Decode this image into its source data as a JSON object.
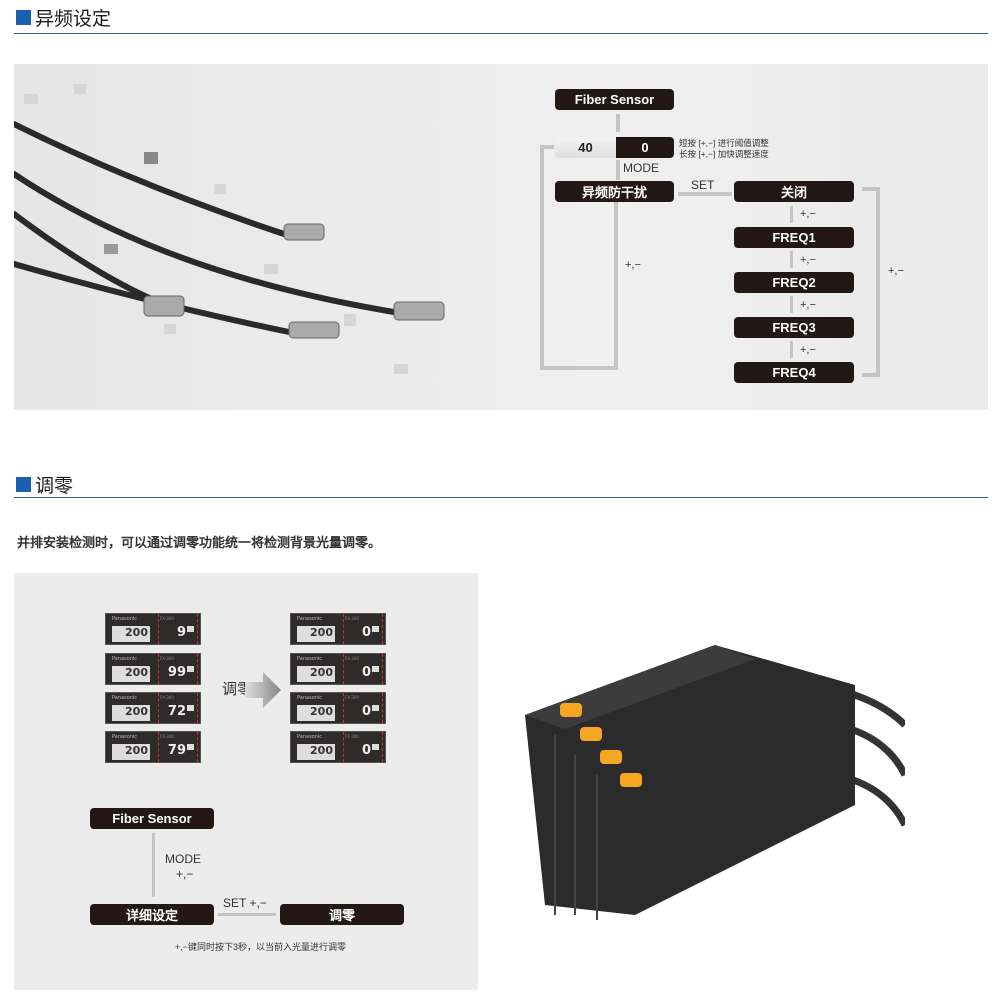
{
  "section1": {
    "title": "异频设定",
    "diagram": {
      "fiber_sensor": "Fiber Sensor",
      "threshold": "40",
      "current": "0",
      "note_line1": "短按 [+,−] 进行阈值调整",
      "note_line2": "长按 [+,−] 加快调整速度",
      "mode": "MODE",
      "interference": "异频防干扰",
      "set": "SET",
      "options": [
        "关闭",
        "FREQ1",
        "FREQ2",
        "FREQ3",
        "FREQ4"
      ],
      "step_label": "+,−",
      "loop_left": "+,−",
      "loop_right": "+,−"
    }
  },
  "section2": {
    "title": "调零",
    "description": "并排安装检测时，可以通过调零功能统一将检测背景光量调零。",
    "displays": {
      "brand": "Panasonic",
      "range": "FX-300",
      "setpoint": "200",
      "before": [
        "9",
        "99",
        "72",
        "79"
      ],
      "after": [
        "0",
        "0",
        "0",
        "0"
      ]
    },
    "arrow_label": "调零",
    "diagram": {
      "fiber_sensor": "Fiber Sensor",
      "mode": "MODE",
      "mode_keys": "+,−",
      "detail": "详细设定",
      "set": "SET +,−",
      "zero": "调零",
      "note": "+,−键同时按下3秒，以当前入光量进行调零"
    }
  },
  "colors": {
    "accent": "#1b5fb0",
    "box": "#231815"
  }
}
